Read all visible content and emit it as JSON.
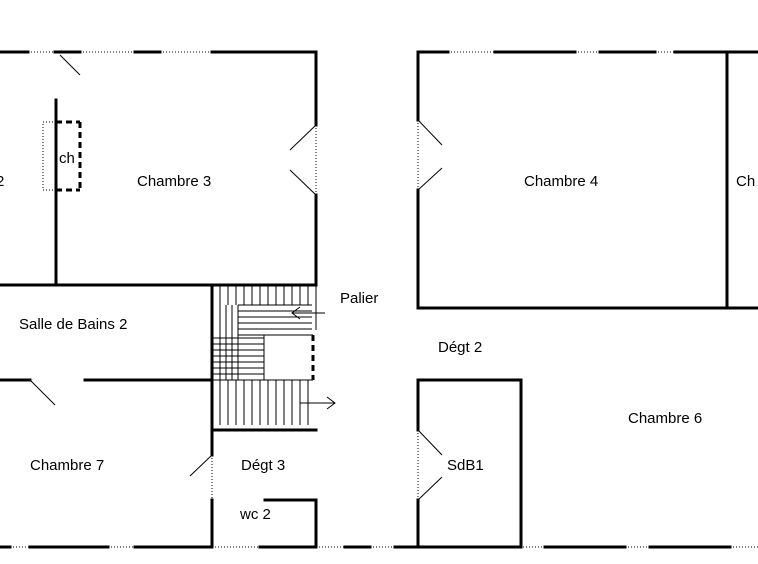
{
  "rooms": {
    "edge_left": "2",
    "chambre3": "Chambre 3",
    "chambre4": "Chambre 4",
    "edge_right": "Ch",
    "cheminee": "ch",
    "palier": "Palier",
    "salle_bains2": "Salle de Bains 2",
    "degt2": "Dégt 2",
    "chambre6": "Chambre 6",
    "chambre7": "Chambre 7",
    "degt3": "Dégt 3",
    "sdb1": "SdB1",
    "wc2": "wc 2"
  }
}
